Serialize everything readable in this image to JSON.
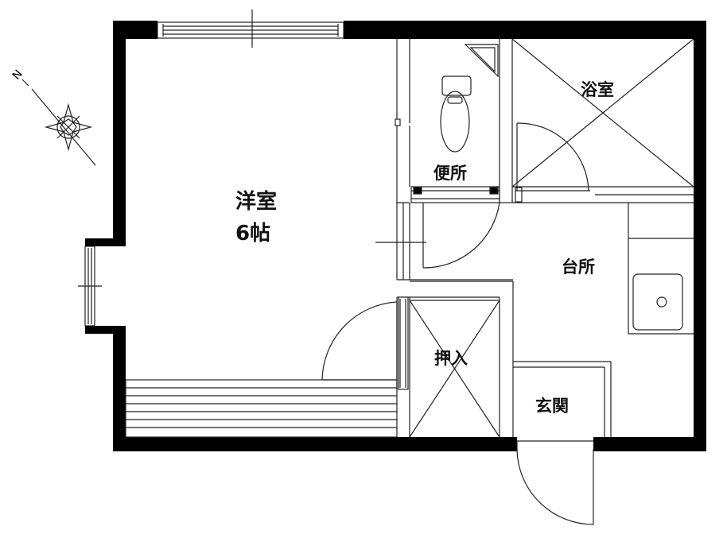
{
  "compass": {
    "north_label": "N"
  },
  "rooms": {
    "western_room_name": "洋室",
    "western_room_size": "6帖",
    "toilet": "便所",
    "bathroom": "浴室",
    "kitchen": "台所",
    "closet": "押入",
    "entrance": "玄関"
  }
}
